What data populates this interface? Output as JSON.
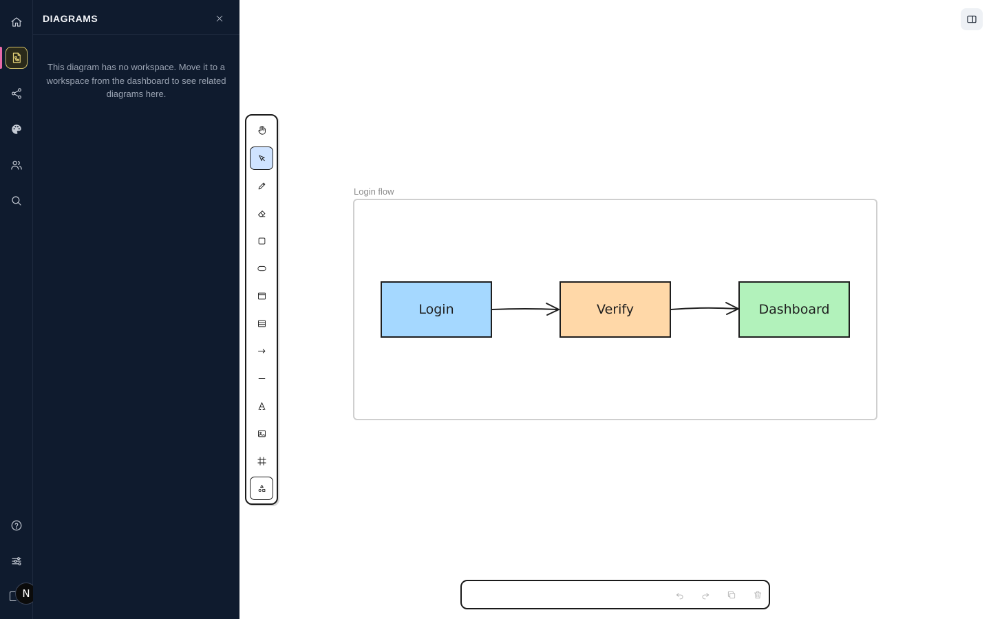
{
  "sidebar_panel": {
    "title": "DIAGRAMS",
    "empty_message": "This diagram has no workspace. Move it to a workspace from the dashboard to see related diagrams here."
  },
  "rail": {
    "items": [
      "home-icon",
      "diagram-icon",
      "share-icon",
      "palette-icon",
      "users-icon",
      "search-icon"
    ],
    "bottom_items": [
      "help-icon",
      "settings-sliders-icon"
    ],
    "active": "diagram-icon",
    "avatar_initial": "N"
  },
  "toolbar": {
    "tools": [
      "hand-icon",
      "select-pointer-icon",
      "pencil-icon",
      "eraser-icon",
      "rectangle-icon",
      "ellipse-icon",
      "window-icon",
      "table-icon",
      "arrow-icon",
      "line-icon",
      "text-icon",
      "image-icon",
      "frame-icon",
      "shapes-library-icon"
    ],
    "selected": "select-pointer-icon"
  },
  "diagram": {
    "frame_label": "Login flow",
    "nodes": [
      {
        "label": "Login",
        "color": "#a5d8ff"
      },
      {
        "label": "Verify",
        "color": "#ffd8a8"
      },
      {
        "label": "Dashboard",
        "color": "#b2f2bb"
      }
    ]
  },
  "bottom_bar": {
    "actions": [
      "undo-icon",
      "redo-icon",
      "duplicate-icon",
      "delete-icon"
    ]
  },
  "colors": {
    "sidebar_bg": "#0f1b2e",
    "accent_active": "#e8d57a",
    "active_marker": "#e86aa8",
    "selected_tool": "#cfe3ff"
  }
}
